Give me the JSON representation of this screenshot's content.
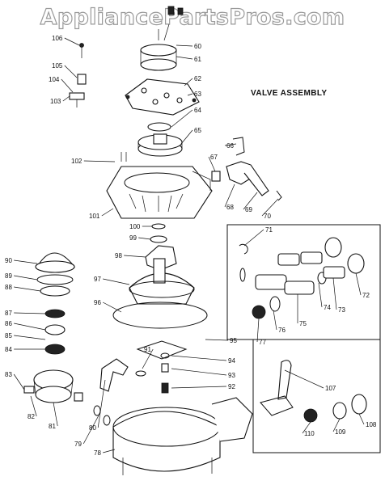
{
  "watermark": "AppliancePartsPros.com",
  "title": "VALVE ASSEMBLY",
  "callouts": [
    {
      "n": "106",
      "side": "L"
    },
    {
      "n": "105",
      "side": "L"
    },
    {
      "n": "104",
      "side": "L"
    },
    {
      "n": "103",
      "side": "L"
    },
    {
      "n": "60",
      "side": "R"
    },
    {
      "n": "61",
      "side": "R"
    },
    {
      "n": "62",
      "side": "R"
    },
    {
      "n": "63",
      "side": "R"
    },
    {
      "n": "64",
      "side": "R"
    },
    {
      "n": "65",
      "side": "R"
    },
    {
      "n": "66",
      "side": "R"
    },
    {
      "n": "67",
      "side": "R"
    },
    {
      "n": "102",
      "side": "L"
    },
    {
      "n": "68",
      "side": "R"
    },
    {
      "n": "69",
      "side": "R"
    },
    {
      "n": "70",
      "side": "R"
    },
    {
      "n": "101",
      "side": "L"
    },
    {
      "n": "100",
      "side": "L"
    },
    {
      "n": "99",
      "side": "L"
    },
    {
      "n": "98",
      "side": "L"
    },
    {
      "n": "71",
      "side": "R"
    },
    {
      "n": "90",
      "side": "L"
    },
    {
      "n": "89",
      "side": "L"
    },
    {
      "n": "88",
      "side": "L"
    },
    {
      "n": "97",
      "side": "L"
    },
    {
      "n": "96",
      "side": "L"
    },
    {
      "n": "87",
      "side": "L"
    },
    {
      "n": "86",
      "side": "L"
    },
    {
      "n": "85",
      "side": "L"
    },
    {
      "n": "84",
      "side": "L"
    },
    {
      "n": "72",
      "side": "R"
    },
    {
      "n": "73",
      "side": "R"
    },
    {
      "n": "74",
      "side": "R"
    },
    {
      "n": "75",
      "side": "R"
    },
    {
      "n": "76",
      "side": "R"
    },
    {
      "n": "77",
      "side": "R"
    },
    {
      "n": "95",
      "side": "R"
    },
    {
      "n": "94",
      "side": "R"
    },
    {
      "n": "93",
      "side": "R"
    },
    {
      "n": "92",
      "side": "R"
    },
    {
      "n": "91",
      "side": "L"
    },
    {
      "n": "83",
      "side": "L"
    },
    {
      "n": "82",
      "side": "L"
    },
    {
      "n": "81",
      "side": "L"
    },
    {
      "n": "80",
      "side": "L"
    },
    {
      "n": "79",
      "side": "L"
    },
    {
      "n": "78",
      "side": "L"
    },
    {
      "n": "107",
      "side": "R"
    },
    {
      "n": "108",
      "side": "R"
    },
    {
      "n": "109",
      "side": "R"
    },
    {
      "n": "110",
      "side": "R"
    }
  ]
}
